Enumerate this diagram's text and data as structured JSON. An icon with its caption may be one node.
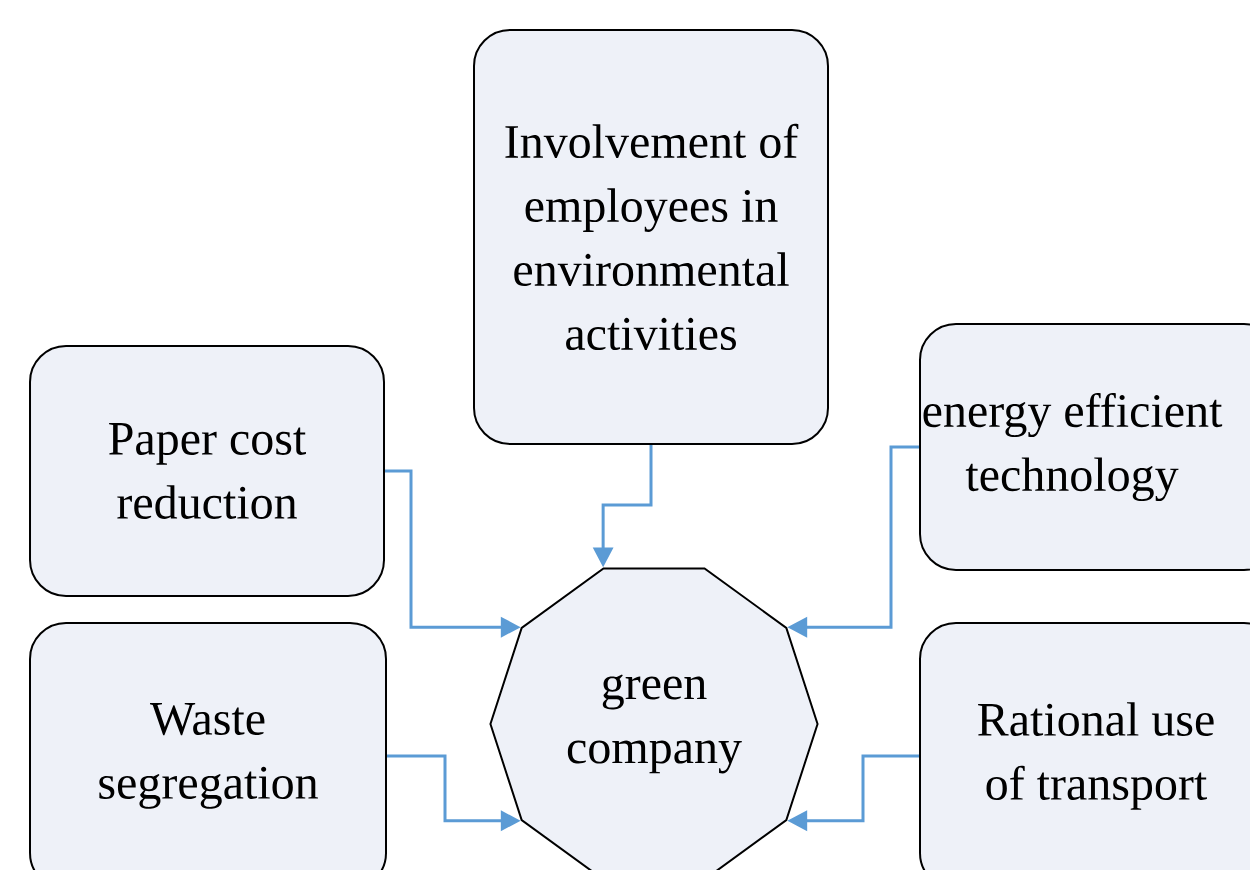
{
  "diagram": {
    "nodes": [
      {
        "text": [
          "Involvement of employees in environmental activities"
        ]
      },
      {
        "text": [
          "Paper cost reduction"
        ]
      },
      {
        "text": [
          "energy efficient technology"
        ]
      },
      {
        "text": [
          "green company"
        ]
      },
      {
        "text": [
          "Waste segregation"
        ]
      },
      {
        "text": [
          "Rational use of transport"
        ]
      }
    ],
    "edges": [
      {
        "from": 0,
        "to": 3,
        "arrow": "to"
      },
      {
        "from": 1,
        "to": 3,
        "arrow": "to"
      },
      {
        "from": 2,
        "to": 3,
        "arrow": "to"
      },
      {
        "from": 4,
        "to": 3,
        "arrow": "to"
      },
      {
        "from": 5,
        "to": 3,
        "arrow": "to"
      }
    ]
  }
}
